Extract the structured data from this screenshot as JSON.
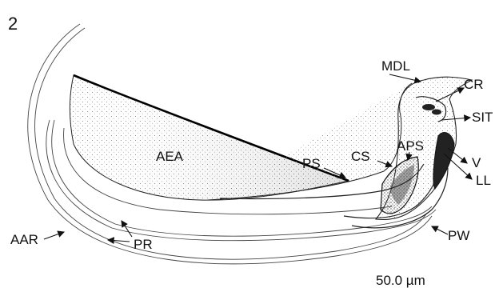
{
  "figure": {
    "panel_number": "2",
    "scale_bar": "50.0 µm",
    "labels": {
      "mdl": "MDL",
      "cr": "CR",
      "sit": "SIT",
      "aps": "APS",
      "cs": "CS",
      "ps": "PS",
      "aea": "AEA",
      "v": "V",
      "ll": "LL",
      "pw": "PW",
      "pr": "PR",
      "aar": "AAR"
    }
  }
}
